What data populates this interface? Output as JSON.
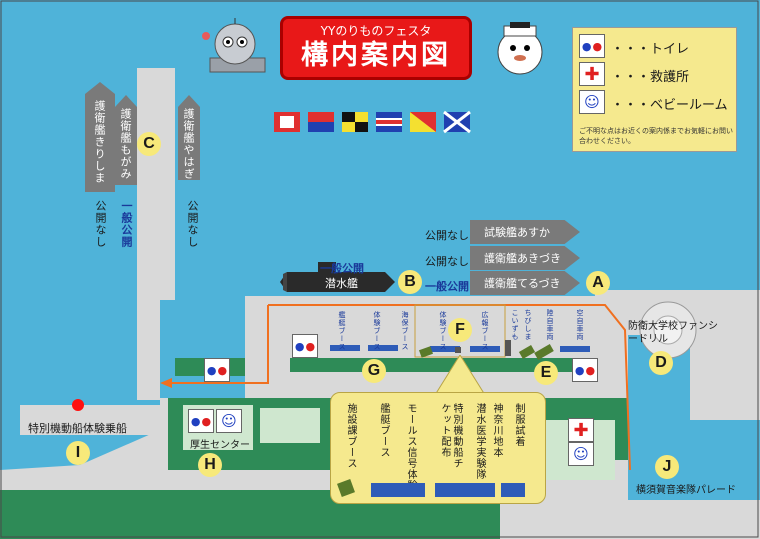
{
  "title": {
    "sub": "YYのりものフェスタ",
    "main": "構内案内図"
  },
  "legend": {
    "toilet": "・・・トイレ",
    "first_aid": "・・・救護所",
    "baby_room": "・・・ベビールーム",
    "note": "ご不明な点はお近くの案内係までお気軽にお問い合わせください。"
  },
  "ships": {
    "kirishima": "護衛艦きりしま",
    "mogami": "護衛艦もがみ",
    "yahagi": "護衛艦やはぎ",
    "asuka": "試験艦あすか",
    "akizuki": "護衛艦あきづき",
    "teruzuki": "護衛艦てるづき",
    "submarine": "潜水艦"
  },
  "status": {
    "kirishima": "公開なし",
    "mogami": "一般公開",
    "yahagi": "公開なし",
    "asuka": "公開なし",
    "akizuki": "公開なし",
    "teruzuki": "一般公開",
    "submarine": "一般公開"
  },
  "markers": [
    "A",
    "B",
    "C",
    "D",
    "E",
    "F",
    "G",
    "H",
    "I",
    "J"
  ],
  "booths": {
    "b1": "艦艇ブース",
    "b2": "体験ブース",
    "b3": "海保ブース",
    "b4": "体験ブース",
    "b5": "広報ブース",
    "b6": "ちびしま",
    "b7": "こいずも",
    "b8": "陸自車両",
    "b9": "空自車両"
  },
  "popup": {
    "items": [
      "施設課ブース",
      "艦艇ブース",
      "モールス信号体験",
      "特別機動船チケット配布",
      "潜水医学実験隊",
      "神奈川地本",
      "制服試着"
    ]
  },
  "places": {
    "boat_pier": "特別機動船体験乗船",
    "welfare": "厚生センター",
    "academy": "防衛大学校ファンシードリル",
    "band": "横須賀音楽隊パレード"
  },
  "colors": {
    "sea": "#4fb3d9",
    "land": "#d9d9d9",
    "green": "#2e8b57",
    "route": "#f07020",
    "title": "#e81818"
  }
}
